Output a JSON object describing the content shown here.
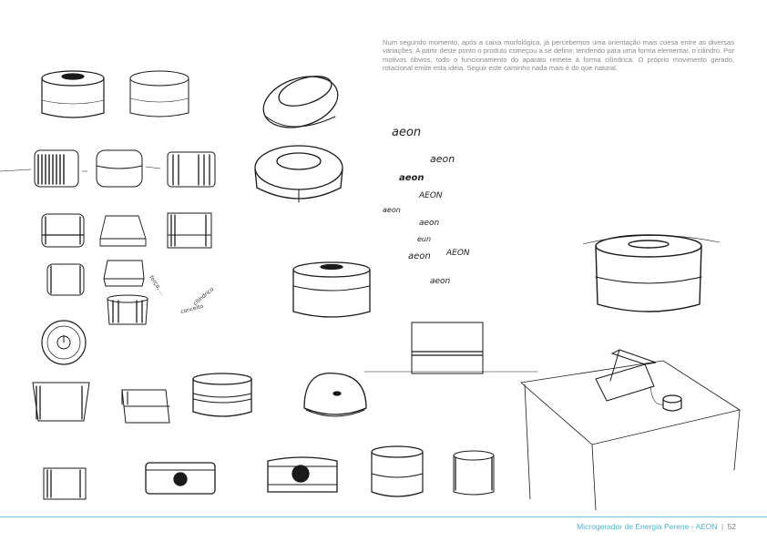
{
  "body_text": "Num segundo momento, após a caixa morfológica, já percebemos uma orientação mais coesa entre as diversas variações. A partir deste ponto o produto começou a se definir, tendendo para uma forma elementar, o cilindro. Por motivos óbvios, todo o funcionamento do aparato remete à forma cilíndrica. O próprio movimento gerado, rotacional emite esta ideia. Seguir este caminho nada mais é do que natural.",
  "logo_studies": [
    "aeon",
    "aeon",
    "aeon",
    "AEON",
    "aeon",
    "aeon",
    "eun",
    "aeon",
    "AEON",
    "aeon"
  ],
  "annotations": [
    "cilíndrico",
    "força, ...",
    "conceito"
  ],
  "footer": {
    "title": "Microgerador de Energia Perene - AEON",
    "separator": "|",
    "page_number": "52"
  },
  "colors": {
    "accent": "#4fb3cf",
    "rule": "#6ec6dd",
    "body_text": "#8a8a8a",
    "sketch": "#1a1a1a"
  }
}
